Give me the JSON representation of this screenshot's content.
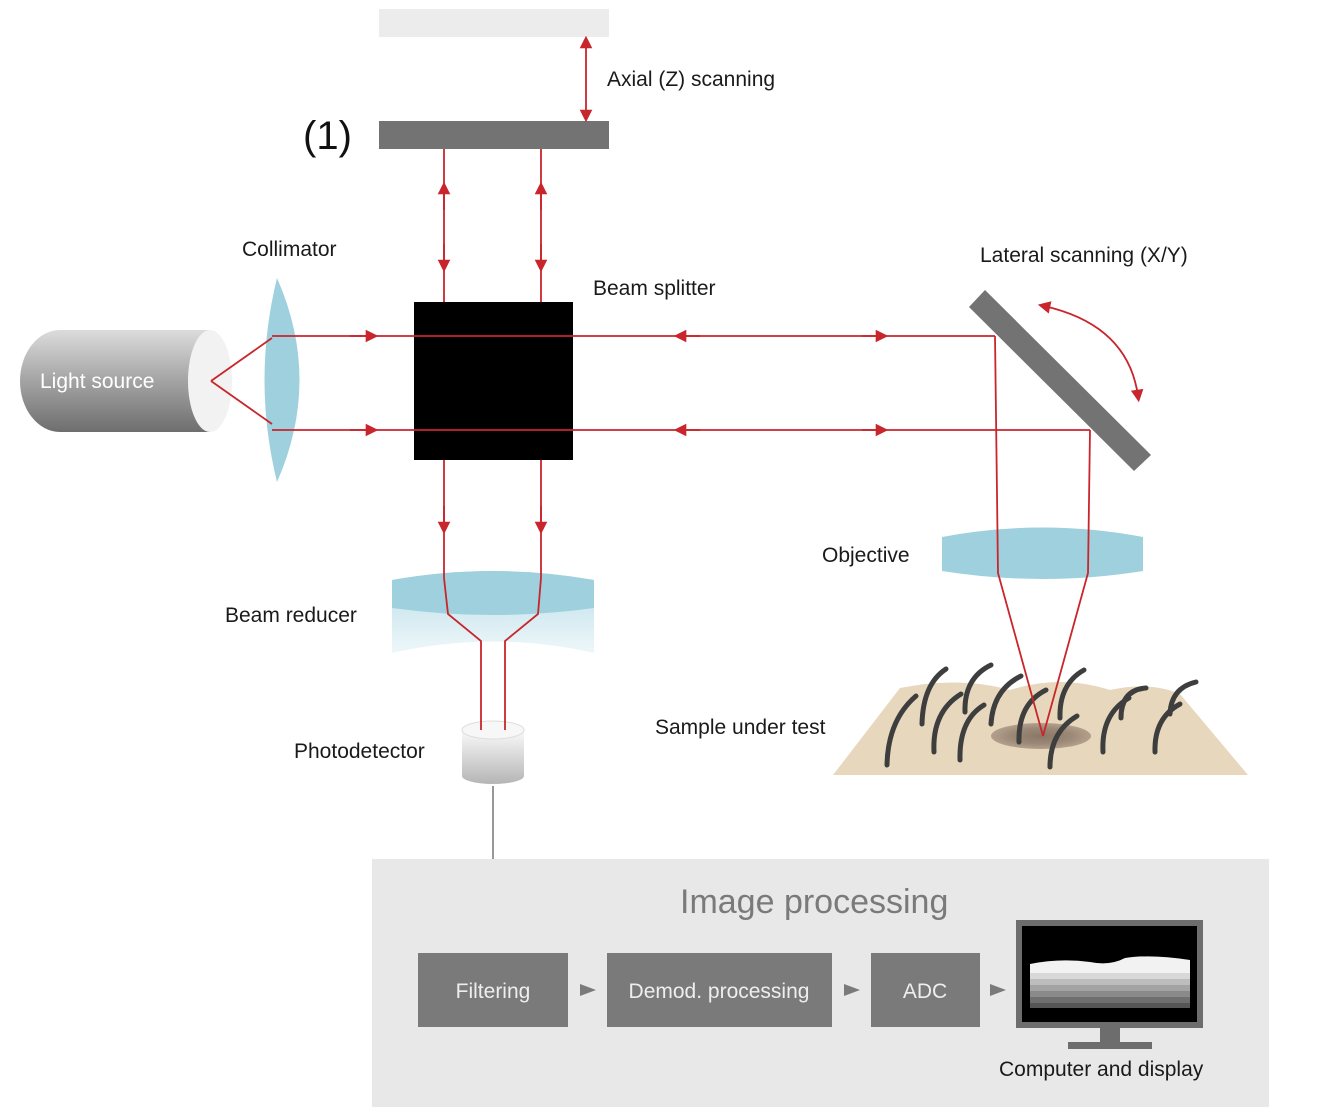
{
  "labels": {
    "marker": "(1)",
    "axial_scanning": "Axial (Z) scanning",
    "collimator": "Collimator",
    "beam_splitter": "Beam splitter",
    "lateral_scanning": "Lateral scanning (X/Y)",
    "light_source": "Light source",
    "objective": "Objective",
    "beam_reducer": "Beam reducer",
    "sample": "Sample under test",
    "photodetector": "Photodetector"
  },
  "processing": {
    "title": "Image processing",
    "steps": [
      "Filtering",
      "Demod. processing",
      "ADC"
    ],
    "output": "Computer and display"
  },
  "colors": {
    "beam": "#c8262c",
    "lens": "#9fd0de",
    "panel": "#e8e8e8",
    "box": "#7a7a7a",
    "mirror": "#737373"
  }
}
